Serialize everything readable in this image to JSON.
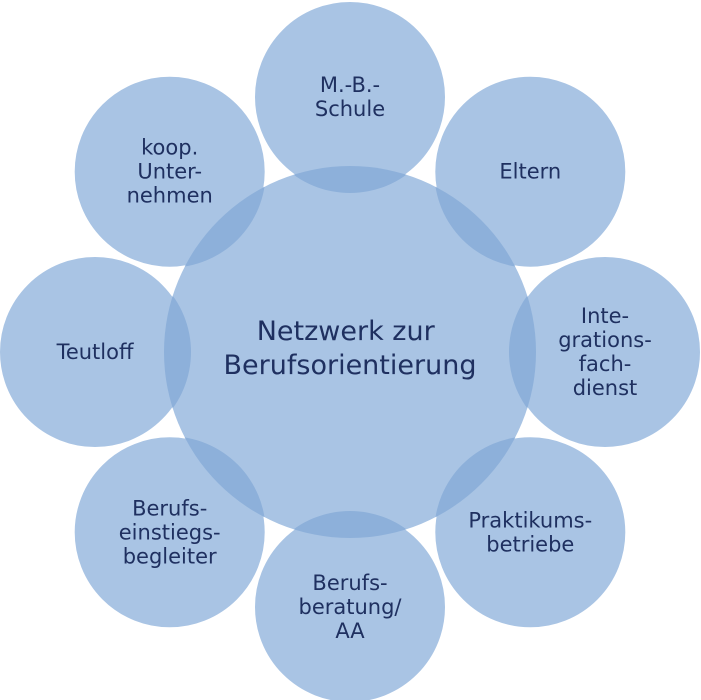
{
  "center": {
    "lines": [
      "Netzwerk zur",
      "Berufsorientierung"
    ]
  },
  "nodes": [
    {
      "id": "mb-schule",
      "lines": [
        "M.-B.-",
        "Schule"
      ]
    },
    {
      "id": "eltern",
      "lines": [
        "Eltern"
      ]
    },
    {
      "id": "integrationsfachdienst",
      "lines": [
        "Inte-",
        "grations-",
        "fach-",
        "dienst"
      ]
    },
    {
      "id": "praktikumsbetriebe",
      "lines": [
        "Praktikums-",
        "betriebe"
      ]
    },
    {
      "id": "berufsberatung-aa",
      "lines": [
        "Berufs-",
        "beratung/",
        "AA"
      ]
    },
    {
      "id": "berufseinstiegsbegleiter",
      "lines": [
        "Berufs-",
        "einstiegs-",
        "begleiter"
      ]
    },
    {
      "id": "teutloff",
      "lines": [
        "Teutloff"
      ]
    },
    {
      "id": "koop-unternehmen",
      "lines": [
        "koop.",
        "Unter-",
        "nehmen"
      ]
    }
  ],
  "colors": {
    "circle_fill": "#a9c4e4",
    "overlap_fill": "#8db0da",
    "text": "#1f3060"
  }
}
